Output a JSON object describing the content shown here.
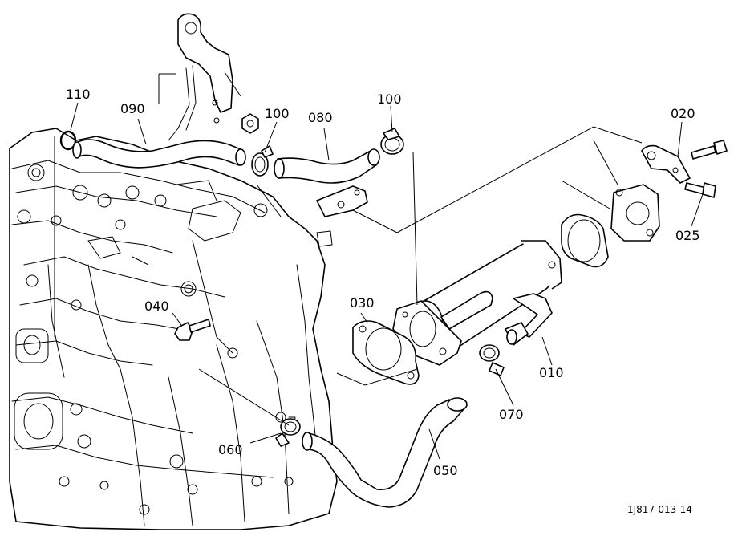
{
  "callouts": {
    "c110": "110",
    "c090": "090",
    "c100a": "100",
    "c080": "080",
    "c100b": "100",
    "c020": "020",
    "c025": "025",
    "c030": "030",
    "c040": "040",
    "c010": "010",
    "c070": "070",
    "c060": "060",
    "c050": "050"
  },
  "figure_id": "1J817-013-14"
}
